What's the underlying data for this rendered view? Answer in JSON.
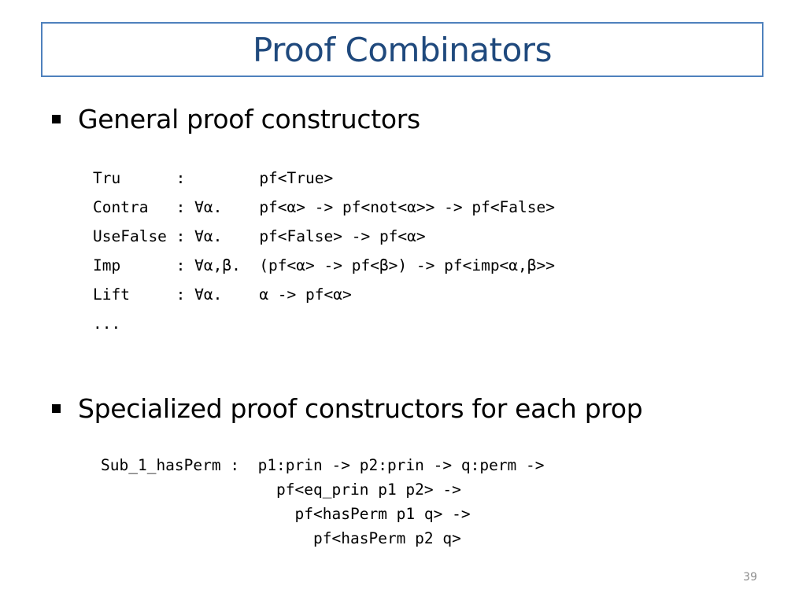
{
  "slide": {
    "title": "Proof Combinators",
    "page_number": "39"
  },
  "bullets": [
    {
      "text": "General proof constructors",
      "code_lines": [
        "Tru      :        pf<True>",
        "Contra   : ∀α.    pf<α> -> pf<not<α>> -> pf<False>",
        "UseFalse : ∀α.    pf<False> -> pf<α>",
        "Imp      : ∀α,β.  (pf<α> -> pf<β>) -> pf<imp<α,β>>",
        "Lift     : ∀α.    α -> pf<α>",
        "..."
      ]
    },
    {
      "text": "Specialized proof constructors for each prop",
      "code_lines": [
        "Sub_1_hasPerm :  p1:prin -> p2:prin -> q:perm ->",
        "                   pf<eq_prin p1 p2> ->",
        "                     pf<hasPerm p1 q> ->",
        "                       pf<hasPerm p2 q>"
      ]
    }
  ]
}
